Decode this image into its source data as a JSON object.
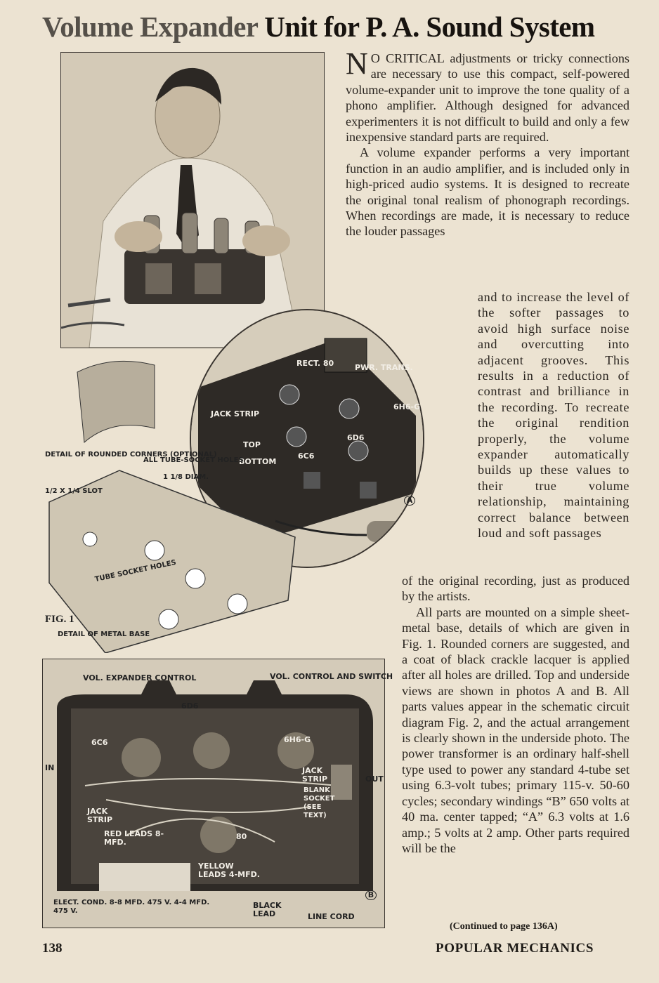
{
  "title": {
    "part1": "Volume Expander",
    "part2": "Unit for P. A. Sound System"
  },
  "article": {
    "drop_cap": "N",
    "para1_rest": "O CRITICAL adjustments or tricky connections are necessary to use this compact, self-powered volume-expander unit to improve the tone quality of a phono amplifier. Although designed for advanced experimenters it is not difficult to build and only a few inexpensive standard parts are required.",
    "para2_top": "A volume expander performs a very important function in an audio amplifier, and is included only in high-priced audio systems. It is designed to recreate the original tonal realism of phonograph recordings. When recordings are made, it is necessary to reduce the louder passages",
    "para2_mid": "and to increase the level of the softer passages to avoid high surface noise and overcutting into adjacent grooves. This results in a reduction of contrast and brilliance in the recording. To recreate the original rendition properly, the volume expander automatically builds up these values to their true volume relationship, maintaining correct balance between loud and soft passages",
    "para2_end": "of the original recording, just as produced by the artists.",
    "para3": "All parts are mounted on a simple sheet-metal base, details of which are given in Fig. 1. Rounded corners are suggested, and a coat of black crackle lacquer is applied after all holes are drilled. Top and underside views are shown in photos A and B. All parts values appear in the schematic circuit diagram Fig. 2, and the actual arrangement is clearly shown in the underside photo. The power transformer is an ordinary half-shell type used to power any standard 4-tube set using 6.3-volt tubes; primary 115-v. 50-60 cycles; secondary windings “B” 650 volts at 40 ma. center tapped; “A” 6.3 volts at 1.6 amp.; 5 volts at 2 amp. Other parts required will be the",
    "continued": "(Continued to page 136A)"
  },
  "figure_labels": {
    "rect": "RECT. 80",
    "pwr": "PWR. TRANS.",
    "jack_strip": "JACK STRIP",
    "top": "TOP",
    "bottom": "BOTTOM",
    "t6c6": "6C6",
    "t6d6": "6D6",
    "t6h6": "6H6-G",
    "photo_a": "A",
    "detail_corners": "DETAIL OF ROUNDED CORNERS (OPTIONAL)",
    "slot": "1/2 X 1/4 SLOT",
    "tube_socket_holes": "ALL TUBE-SOCKET HOLES",
    "diam": "1 1/8 DIAM.",
    "tube_socket": "TUBE SOCKET HOLES",
    "fig1": "FIG. 1",
    "detail_base": "DETAIL OF METAL BASE",
    "vol_expander": "VOL. EXPANDER CONTROL",
    "vol_control": "VOL. CONTROL AND SWITCH",
    "b_6d6": "6D6",
    "b_6c6": "6C6",
    "b_6h6": "6H6-G",
    "in": "IN",
    "out": "OUT",
    "b_jack_strip": "JACK STRIP",
    "b_jack_strip2": "JACK STRIP",
    "blank_socket": "BLANK SOCKET (SEE TEXT)",
    "red_leads": "RED LEADS 8-MFD.",
    "yellow_leads": "YELLOW LEADS 4-MFD.",
    "b_80": "80",
    "elect_cond": "ELECT. COND. 8-8 MFD. 475 V. 4-4 MFD. 475 V.",
    "black_lead": "BLACK LEAD",
    "line_cord": "LINE CORD",
    "photo_b": "B"
  },
  "footer": {
    "page": "138",
    "magazine": "POPULAR MECHANICS"
  }
}
